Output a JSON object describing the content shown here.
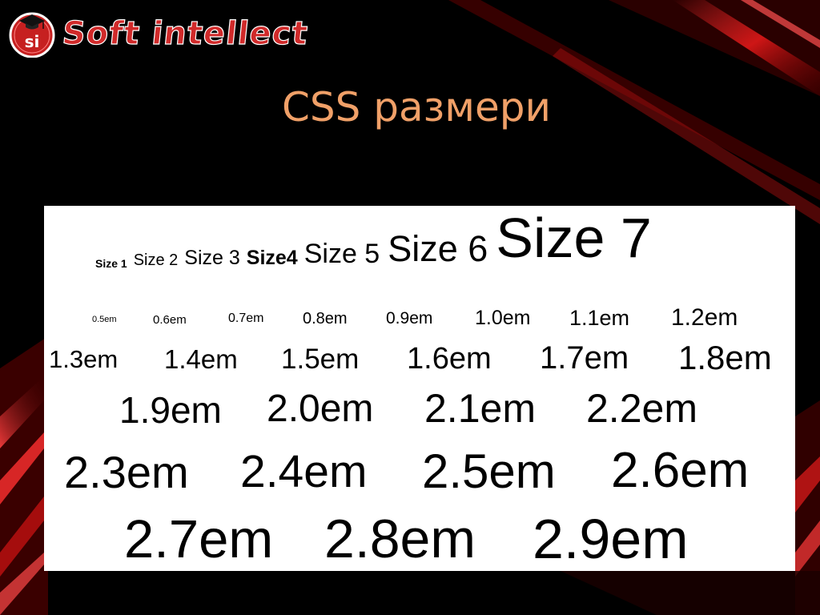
{
  "logo": {
    "badge_text": "si",
    "name": "Soft intellect"
  },
  "slide": {
    "title": "CSS размери"
  },
  "colors": {
    "title": "#f0a068",
    "logo_red": "#d02a2a",
    "panel": "#ffffff",
    "background": "#000000"
  },
  "font_sizes": [
    "Size 1",
    "Size 2",
    "Size 3",
    "Size4",
    "Size 5",
    "Size 6",
    "Size 7"
  ],
  "em_row1": [
    "0.5em",
    "0.6em",
    "0.7em",
    "0.8em",
    "0.9em",
    "1.0em",
    "1.1em",
    "1.2em"
  ],
  "em_row2": [
    "1.3em",
    "1.4em",
    "1.5em",
    "1.6em",
    "1.7em",
    "1.8em"
  ],
  "em_row3": [
    "1.9em",
    "2.0em",
    "2.1em",
    "2.2em"
  ],
  "em_row4": [
    "2.3em",
    "2.4em",
    "2.5em",
    "2.6em"
  ],
  "em_row5": [
    "2.7em",
    "2.8em",
    "2.9em"
  ]
}
